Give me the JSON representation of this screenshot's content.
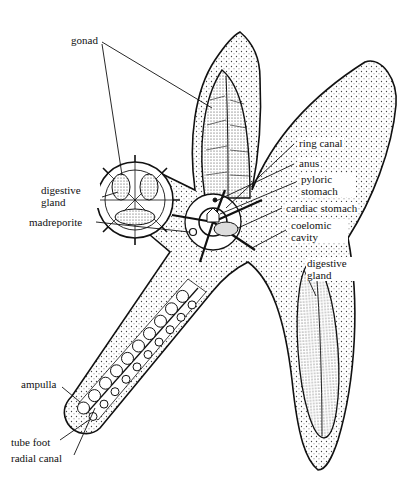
{
  "diagram": {
    "labels": [
      "gonad",
      "ring canal",
      "digestive gland",
      "anus",
      "pyloric stomach",
      "madreporite",
      "cardiac stomach",
      "coelomic cavity",
      "digestive gland",
      "ampulla",
      "tube foot",
      "radial canal"
    ]
  }
}
